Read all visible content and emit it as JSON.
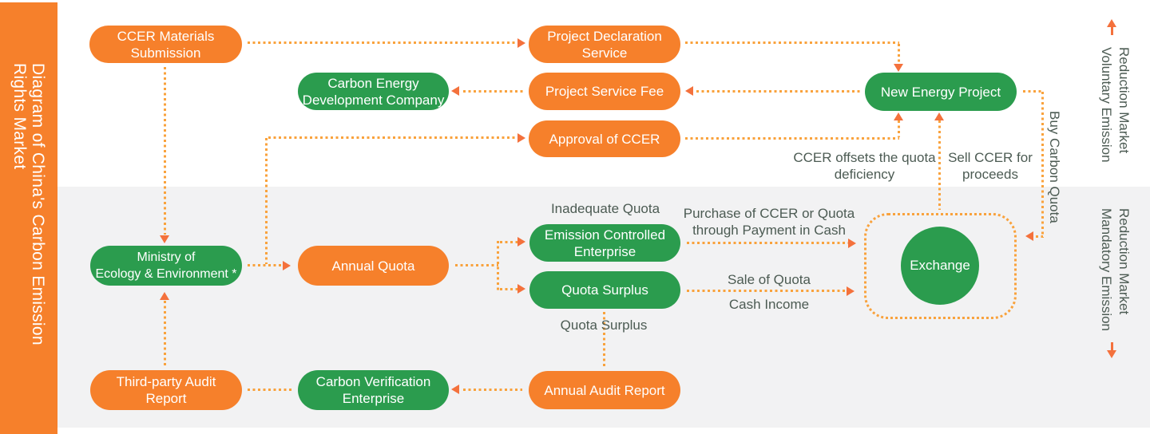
{
  "title": {
    "line1": "Diagram of China's Carbon Emission",
    "line2": "Rights Market"
  },
  "side_labels": {
    "voluntary": {
      "line1": "Voluntary Emission",
      "line2": "Reduction Market"
    },
    "mandatory": {
      "line1": "Mandatory Emission",
      "line2": "Reduction Market"
    },
    "buy_carbon_quota": "Buy Carbon Quota"
  },
  "nodes": {
    "ccer_materials": {
      "line1": "CCER Materials",
      "line2": "Submission"
    },
    "project_declaration": {
      "line1": "Project Declaration",
      "line2": "Service"
    },
    "carbon_energy": {
      "line1": "Carbon Energy",
      "line2": "Development Company"
    },
    "project_service_fee": {
      "label": "Project Service Fee"
    },
    "new_energy": {
      "label": "New Energy Project"
    },
    "approval_ccer": {
      "label": "Approval of CCER"
    },
    "ministry": {
      "line1": "Ministry of",
      "line2": "Ecology & Environment *"
    },
    "annual_quota": {
      "label": "Annual Quota"
    },
    "emission_controlled": {
      "line1": "Emission Controlled",
      "line2": "Enterprise"
    },
    "quota_surplus": {
      "label": "Quota Surplus"
    },
    "exchange": {
      "label": "Exchange"
    },
    "third_party_audit": {
      "line1": "Third-party Audit",
      "line2": "Report"
    },
    "carbon_verification": {
      "line1": "Carbon Verification",
      "line2": "Enterprise"
    },
    "annual_audit": {
      "label": "Annual Audit Report"
    }
  },
  "flow_labels": {
    "inadequate_quota": "Inadequate Quota",
    "purchase": {
      "line1": "Purchase of CCER or Quota",
      "line2": "through Payment in Cash"
    },
    "sale_of_quota": "Sale of Quota",
    "cash_income": "Cash Income",
    "quota_surplus": "Quota Surplus",
    "ccer_offsets": {
      "line1": "CCER offsets the quota",
      "line2": "deficiency"
    },
    "sell_ccer": {
      "line1": "Sell CCER for",
      "line2": "proceeds"
    }
  },
  "colors": {
    "orange": "#F6802B",
    "green": "#2B9C4E",
    "dotted_line": "#F9A23C",
    "arrow_head": "#F4713C",
    "label_text": "#4C5B53",
    "bottom_section_bg": "#F2F2F3",
    "top_section_bg": "#FFFFFF"
  }
}
